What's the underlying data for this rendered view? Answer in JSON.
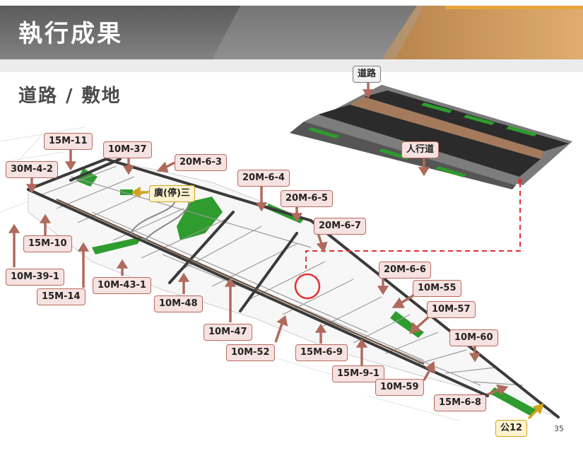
{
  "header": {
    "title": "執行成果"
  },
  "subtitle": "道路 / 敷地",
  "page_number": "35",
  "inset": {
    "road_label": "道路",
    "sidewalk_label": "人行道"
  },
  "labels": {
    "l15M11": "15M-11",
    "l10M37": "10M-37",
    "l30M42": "30M-4-2",
    "l20M63": "20M-6-3",
    "plaza": "廣(停)三",
    "l20M64": "20M-6-4",
    "l20M65": "20M-6-5",
    "l20M67": "20M-6-7",
    "l15M10": "15M-10",
    "l10M391": "10M-39-1",
    "l15M14": "15M-14",
    "l10M431": "10M-43-1",
    "l10M48": "10M-48",
    "l10M47": "10M-47",
    "l10M52": "10M-52",
    "l15M69": "15M-6-9",
    "l20M66": "20M-6-6",
    "l10M55": "10M-55",
    "l10M57": "10M-57",
    "l10M60": "10M-60",
    "l15M91": "15M-9-1",
    "l10M59": "10M-59",
    "l15M68": "15M-6-8",
    "park": "公12"
  },
  "colors": {
    "label_fill": "#f6e2e0",
    "label_border": "#b86a5e",
    "arrow": "#b06a5c",
    "yellow_fill": "#fff3cf",
    "yellow_border": "#d2a41c",
    "leader": "#e53030",
    "green": "#2e9c2e",
    "road_dark": "#3a3a3a",
    "road_brown": "#a57a5c"
  }
}
